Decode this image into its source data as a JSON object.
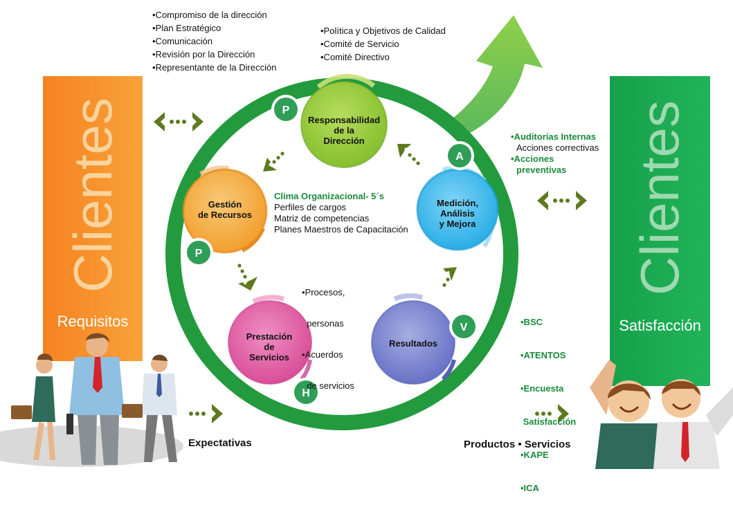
{
  "left_panel": {
    "title": "Clientes",
    "subtitle": "Requisitos"
  },
  "right_panel": {
    "title": "Clientes",
    "subtitle": "Satisfacción"
  },
  "top_left_list": [
    "•Compromiso de la dirección",
    "•Plan Estratégico",
    "•Comunicación",
    "•Revisión por la Dirección",
    "•Representante de la Dirección"
  ],
  "top_center_list": [
    "•Política y Objetivos de Calidad",
    "•Comité de Servicio",
    "•Comité Directivo"
  ],
  "nodes": {
    "responsabilidad": [
      "Responsabilidad",
      "de la",
      "Dirección"
    ],
    "gestion": [
      "Gestión",
      "de Recursos"
    ],
    "medicion": [
      "Medición,",
      "Análisis",
      "y Mejora"
    ],
    "prestacion": [
      "Prestación",
      "de",
      "Servicios"
    ],
    "resultados": [
      "Resultados"
    ]
  },
  "badges": {
    "p_top": "P",
    "p_left": "P",
    "a": "A",
    "v": "V",
    "h": "H"
  },
  "clima": {
    "title": "Clima Organizacional- 5´s",
    "items": [
      "Perfiles de cargos",
      "Matriz de competencias",
      "Planes Maestros de Capacitación"
    ]
  },
  "procesos_list": [
    "•Procesos,",
    "  personas",
    "•Acuerdos",
    "  de servicios"
  ],
  "auditorias": {
    "line1": "•Auditorías Internas",
    "line2": "Acciones correctivas",
    "line3": "•Acciones",
    "line4": "preventivas"
  },
  "indicadores": [
    "•BSC",
    "•ATENTOS",
    "•Encuesta",
    " Satisfacción",
    "•KAPE",
    "•ICA"
  ],
  "bottom_left_label": "Expectativas",
  "bottom_right_label": "Productos • Servicios",
  "colors": {
    "orange": "#f7941d",
    "green_panel": "#1da84a",
    "ring": "#229a3c",
    "olive": "#5a7a1e",
    "node_green": "#8dc63f",
    "node_orange": "#f4a534",
    "node_blue": "#33b5e5",
    "node_pink": "#e05a9e",
    "node_purple": "#6672c4",
    "badge": "#2e9e55",
    "text_green": "#1a8a3a"
  }
}
